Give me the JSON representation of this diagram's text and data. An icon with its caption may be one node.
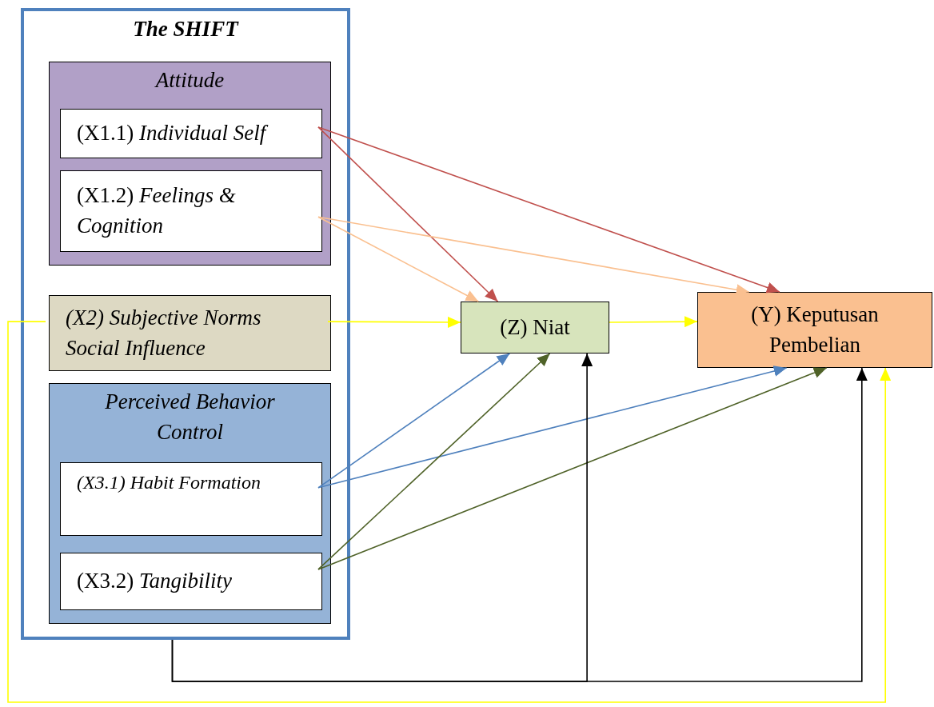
{
  "diagram": {
    "nodes": [
      {
        "text": [
          "The SHIFT"
        ]
      },
      {
        "text": [
          "Attitude"
        ],
        "in": 0
      },
      {
        "text": [
          "(X1.1) *Individual Self*"
        ],
        "in": 1
      },
      {
        "text": [
          "(X1.2) *Feelings & Cognition*"
        ],
        "in": 1
      },
      {
        "text": [
          "(X2) Subjective Norms Social Influence"
        ],
        "in": 0
      },
      {
        "text": [
          "Perceived Behavior Control"
        ],
        "in": 0
      },
      {
        "text": [
          "(X3.1) Habit Formation"
        ],
        "in": 5
      },
      {
        "text": [
          "(X3.2) *Tangibility*"
        ],
        "in": 5
      },
      {
        "text": [
          "(Z) Niat"
        ]
      },
      {
        "text": [
          "(Y) Keputusan Pembelian"
        ]
      }
    ],
    "edges": [
      {
        "from": 2,
        "to": 8,
        "arrow": "to",
        "color": "#c0504d"
      },
      {
        "from": 2,
        "to": 9,
        "arrow": "to",
        "color": "#c0504d"
      },
      {
        "from": 3,
        "to": 8,
        "arrow": "to",
        "color": "#fac090"
      },
      {
        "from": 3,
        "to": 9,
        "arrow": "to",
        "color": "#fac090"
      },
      {
        "from": 4,
        "to": 8,
        "arrow": "to",
        "color": "#ffff00"
      },
      {
        "from": 8,
        "to": 9,
        "arrow": "to",
        "color": "#ffff00"
      },
      {
        "from": 6,
        "to": 8,
        "arrow": "to",
        "color": "#4f81bd"
      },
      {
        "from": 6,
        "to": 9,
        "arrow": "to",
        "color": "#4f81bd"
      },
      {
        "from": 7,
        "to": 8,
        "arrow": "to",
        "color": "#4f6228"
      },
      {
        "from": 7,
        "to": 9,
        "arrow": "to",
        "color": "#4f6228"
      },
      {
        "from": 0,
        "to": 8,
        "arrow": "to",
        "color": "#000000"
      },
      {
        "from": 0,
        "to": 9,
        "arrow": "to",
        "color": "#000000"
      },
      {
        "from": 4,
        "to": 9,
        "arrow": "to",
        "color": "#ffff00"
      }
    ]
  }
}
